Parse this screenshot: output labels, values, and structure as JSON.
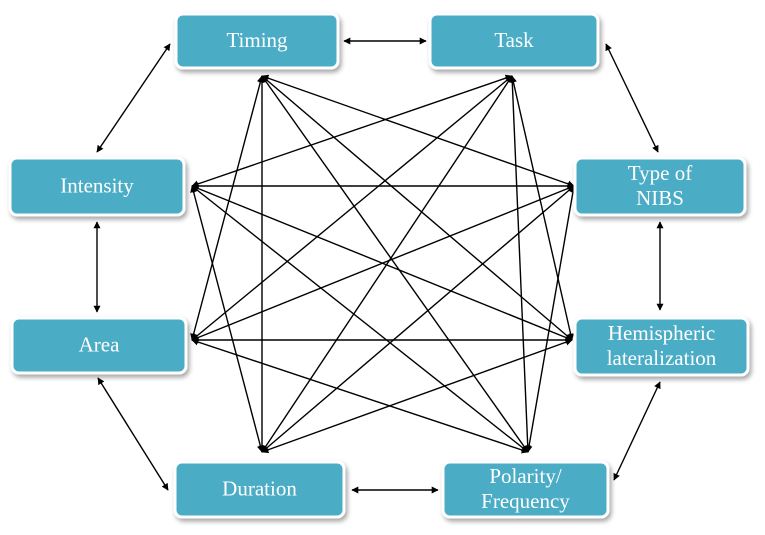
{
  "diagram": {
    "nodes": [
      {
        "id": "timing",
        "lines": [
          "Timing"
        ]
      },
      {
        "id": "task",
        "lines": [
          "Task"
        ]
      },
      {
        "id": "type",
        "lines": [
          "Type of",
          "NIBS"
        ]
      },
      {
        "id": "hemi",
        "lines": [
          "Hemispheric",
          "lateralization"
        ]
      },
      {
        "id": "polarity",
        "lines": [
          "Polarity/",
          "Frequency"
        ]
      },
      {
        "id": "duration",
        "lines": [
          "Duration"
        ]
      },
      {
        "id": "area",
        "lines": [
          "Area"
        ]
      },
      {
        "id": "intensity",
        "lines": [
          "Intensity"
        ]
      }
    ],
    "edges": [
      {
        "from": "timing",
        "to": "task"
      },
      {
        "from": "task",
        "to": "type"
      },
      {
        "from": "type",
        "to": "hemi"
      },
      {
        "from": "hemi",
        "to": "polarity"
      },
      {
        "from": "polarity",
        "to": "duration"
      },
      {
        "from": "duration",
        "to": "area"
      },
      {
        "from": "area",
        "to": "intensity"
      },
      {
        "from": "intensity",
        "to": "timing"
      },
      {
        "from": "timing",
        "to": "type"
      },
      {
        "from": "timing",
        "to": "hemi"
      },
      {
        "from": "timing",
        "to": "polarity"
      },
      {
        "from": "timing",
        "to": "duration"
      },
      {
        "from": "timing",
        "to": "area"
      },
      {
        "from": "task",
        "to": "hemi"
      },
      {
        "from": "task",
        "to": "polarity"
      },
      {
        "from": "task",
        "to": "duration"
      },
      {
        "from": "task",
        "to": "area"
      },
      {
        "from": "task",
        "to": "intensity"
      },
      {
        "from": "intensity",
        "to": "type"
      },
      {
        "from": "intensity",
        "to": "hemi"
      },
      {
        "from": "intensity",
        "to": "polarity"
      },
      {
        "from": "intensity",
        "to": "duration"
      },
      {
        "from": "area",
        "to": "type"
      },
      {
        "from": "area",
        "to": "hemi"
      },
      {
        "from": "area",
        "to": "polarity"
      },
      {
        "from": "duration",
        "to": "type"
      },
      {
        "from": "duration",
        "to": "hemi"
      },
      {
        "from": "polarity",
        "to": "type"
      }
    ]
  }
}
